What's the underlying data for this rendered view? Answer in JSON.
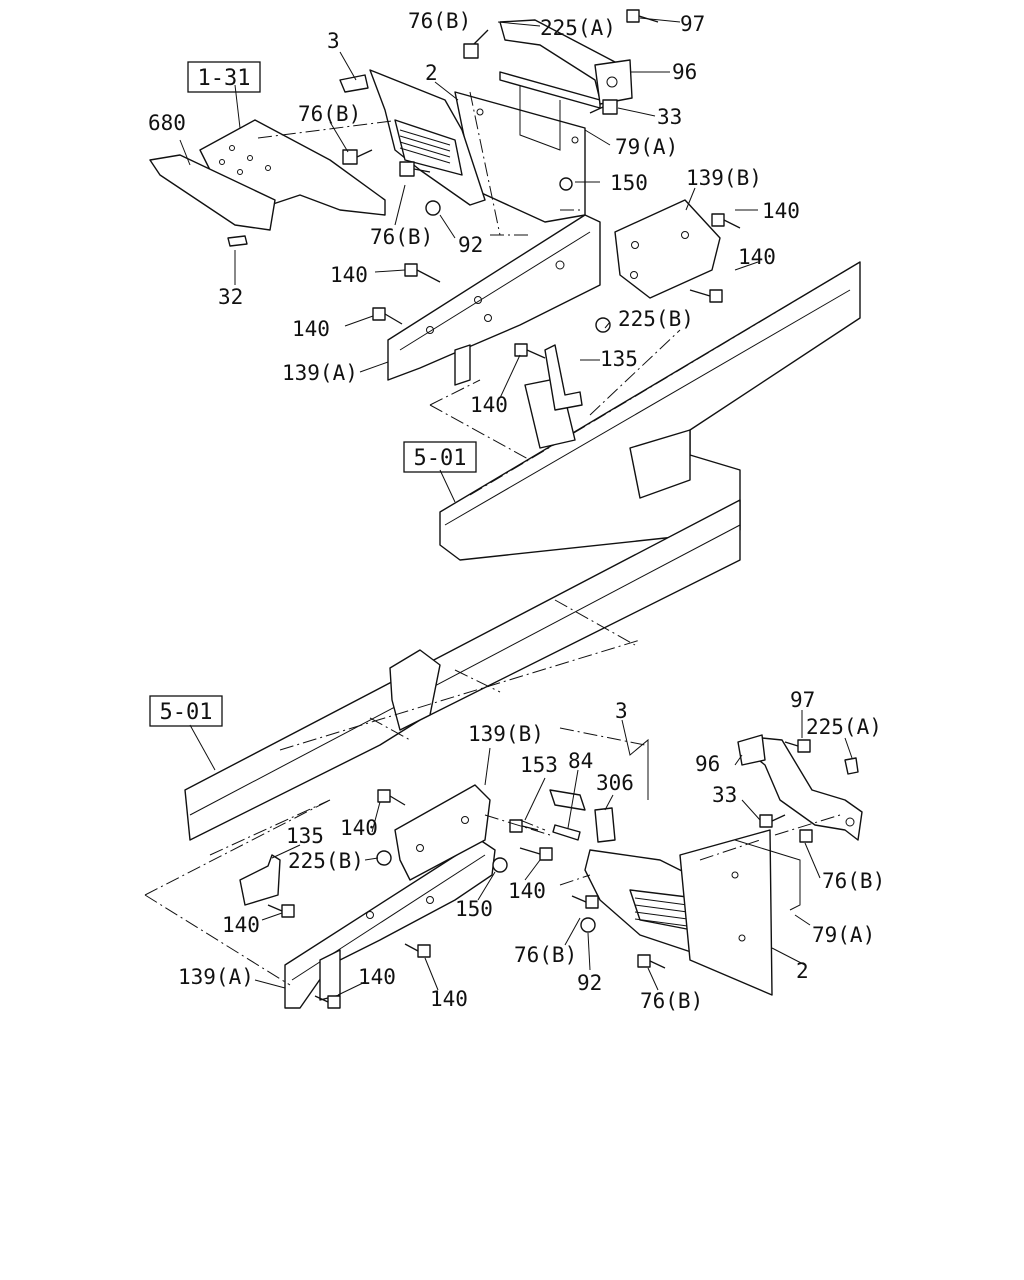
{
  "diagram": {
    "reference_boxes": [
      "1-31",
      "5-01",
      "5-01"
    ],
    "callouts_top": [
      "76(B)",
      "225(A)",
      "97",
      "3",
      "2",
      "96",
      "1-31",
      "76(B)",
      "33",
      "680",
      "79(A)",
      "150",
      "76(B)",
      "92",
      "139(B)",
      "140",
      "140",
      "140",
      "32",
      "140",
      "225(B)",
      "135",
      "139(A)",
      "140"
    ],
    "callouts_bottom": [
      "97",
      "225(A)",
      "96",
      "3",
      "139(B)",
      "153",
      "84",
      "306",
      "33",
      "135",
      "140",
      "225(B)",
      "140",
      "150",
      "76(B)",
      "79(A)",
      "76(B)",
      "140",
      "92",
      "2",
      "139(A)",
      "140",
      "140",
      "76(B)"
    ]
  }
}
